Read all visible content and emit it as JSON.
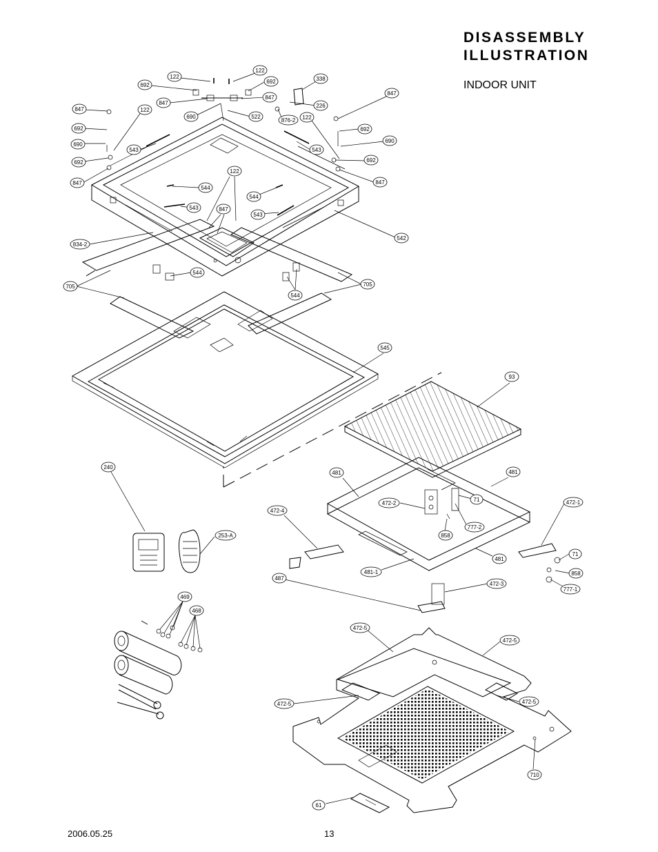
{
  "page": {
    "title_line1": "DISASSEMBLY",
    "title_line2": "ILLUSTRATION",
    "subtitle": "INDOOR UNIT",
    "date": "2006.05.25",
    "page_number": "13"
  },
  "callouts": [
    {
      "id": "c01",
      "label": "122"
    },
    {
      "id": "c02",
      "label": "122"
    },
    {
      "id": "c03",
      "label": "692"
    },
    {
      "id": "c04",
      "label": "692"
    },
    {
      "id": "c05",
      "label": "338"
    },
    {
      "id": "c06",
      "label": "847"
    },
    {
      "id": "c07",
      "label": "847"
    },
    {
      "id": "c08",
      "label": "226"
    },
    {
      "id": "c09",
      "label": "847"
    },
    {
      "id": "c10",
      "label": "122"
    },
    {
      "id": "c11",
      "label": "690"
    },
    {
      "id": "c12",
      "label": "522"
    },
    {
      "id": "c13",
      "label": "876-2"
    },
    {
      "id": "c14",
      "label": "122"
    },
    {
      "id": "c15",
      "label": "847"
    },
    {
      "id": "c16",
      "label": "692"
    },
    {
      "id": "c17",
      "label": "692"
    },
    {
      "id": "c18",
      "label": "690"
    },
    {
      "id": "c19",
      "label": "690"
    },
    {
      "id": "c20",
      "label": "543"
    },
    {
      "id": "c21",
      "label": "543"
    },
    {
      "id": "c22",
      "label": "692"
    },
    {
      "id": "c23",
      "label": "692"
    },
    {
      "id": "c24",
      "label": "122"
    },
    {
      "id": "c25",
      "label": "847"
    },
    {
      "id": "c26",
      "label": "847"
    },
    {
      "id": "c27",
      "label": "544"
    },
    {
      "id": "c28",
      "label": "544"
    },
    {
      "id": "c29",
      "label": "543"
    },
    {
      "id": "c30",
      "label": "847"
    },
    {
      "id": "c31",
      "label": "543"
    },
    {
      "id": "c32",
      "label": "542"
    },
    {
      "id": "c33",
      "label": "834-2"
    },
    {
      "id": "c34",
      "label": "544"
    },
    {
      "id": "c35",
      "label": "705"
    },
    {
      "id": "c36",
      "label": "705"
    },
    {
      "id": "c37",
      "label": "544"
    },
    {
      "id": "c38",
      "label": "545"
    },
    {
      "id": "c39",
      "label": "93"
    },
    {
      "id": "c40",
      "label": "240"
    },
    {
      "id": "c41",
      "label": "481"
    },
    {
      "id": "c42",
      "label": "481"
    },
    {
      "id": "c43",
      "label": "71"
    },
    {
      "id": "c44",
      "label": "472-2"
    },
    {
      "id": "c45",
      "label": "472-4"
    },
    {
      "id": "c46",
      "label": "472-1"
    },
    {
      "id": "c47",
      "label": "777-2"
    },
    {
      "id": "c48",
      "label": "858"
    },
    {
      "id": "c49",
      "label": "253-A"
    },
    {
      "id": "c50",
      "label": "481"
    },
    {
      "id": "c51",
      "label": "71"
    },
    {
      "id": "c52",
      "label": "481-1"
    },
    {
      "id": "c53",
      "label": "858"
    },
    {
      "id": "c54",
      "label": "487"
    },
    {
      "id": "c55",
      "label": "777-1"
    },
    {
      "id": "c56",
      "label": "472-3"
    },
    {
      "id": "c57",
      "label": "469"
    },
    {
      "id": "c58",
      "label": "468"
    },
    {
      "id": "c59",
      "label": "472-5"
    },
    {
      "id": "c60",
      "label": "472-5"
    },
    {
      "id": "c61",
      "label": "472-5"
    },
    {
      "id": "c62",
      "label": "472-5"
    },
    {
      "id": "c63",
      "label": "710"
    },
    {
      "id": "c64",
      "label": "61"
    }
  ]
}
